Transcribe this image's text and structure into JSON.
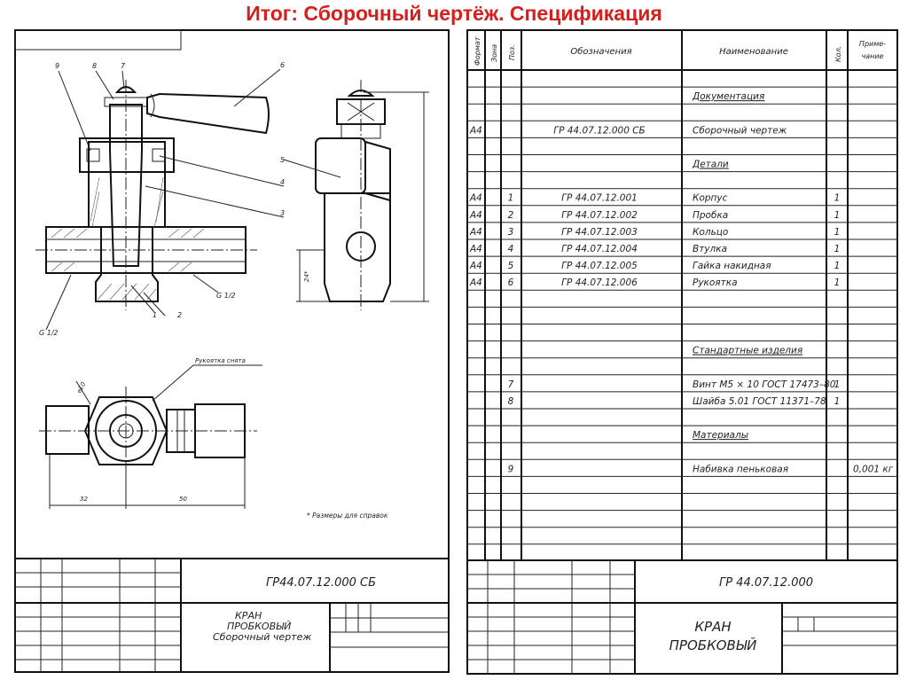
{
  "title": "Итог: Сборочный чертёж. Спецификация",
  "drawing": {
    "callouts": [
      "9",
      "8",
      "7",
      "6",
      "5",
      "4",
      "3",
      "1",
      "2"
    ],
    "thread_left": "G 1/2",
    "thread_right": "G 1/2",
    "dim_height": "24*",
    "handle_note": "Рукоятка снята",
    "dim_diameter": "⌀10",
    "dim_32": "32",
    "dim_50": "50",
    "footnote": "* Размеры для справок",
    "stamp_code": "ГР44.07.12.000 СБ",
    "stamp_name_1": "КРАН",
    "stamp_name_2": "ПРОБКОВЫЙ",
    "stamp_name_3": "Сборочный чертеж"
  },
  "spec": {
    "headers": {
      "format": "Формат",
      "zone": "Зона",
      "pos": "Поз.",
      "designation": "Обозначения",
      "name": "Наименование",
      "qty": "Кол.",
      "note_1": "Приме-",
      "note_2": "чание"
    },
    "rows": [
      {
        "format": "",
        "pos": "",
        "designation": "",
        "name": "Документация",
        "qty": "",
        "note": "",
        "section": true
      },
      {
        "format": "А4",
        "pos": "",
        "designation": "ГР 44.07.12.000 СБ",
        "name": "Сборочный чертеж",
        "qty": "",
        "note": "",
        "section": false
      },
      {
        "format": "",
        "pos": "",
        "designation": "",
        "name": "Детали",
        "qty": "",
        "note": "",
        "section": true
      },
      {
        "format": "А4",
        "pos": "1",
        "designation": "ГР 44.07.12.001",
        "name": "Корпус",
        "qty": "1",
        "note": "",
        "section": false
      },
      {
        "format": "А4",
        "pos": "2",
        "designation": "ГР 44.07.12.002",
        "name": "Пробка",
        "qty": "1",
        "note": "",
        "section": false
      },
      {
        "format": "А4",
        "pos": "3",
        "designation": "ГР 44.07.12.003",
        "name": "Кольцо",
        "qty": "1",
        "note": "",
        "section": false
      },
      {
        "format": "А4",
        "pos": "4",
        "designation": "ГР 44.07.12.004",
        "name": "Втулка",
        "qty": "1",
        "note": "",
        "section": false
      },
      {
        "format": "А4",
        "pos": "5",
        "designation": "ГР 44.07.12.005",
        "name": "Гайка накидная",
        "qty": "1",
        "note": "",
        "section": false
      },
      {
        "format": "А4",
        "pos": "6",
        "designation": "ГР 44.07.12.006",
        "name": "Рукоятка",
        "qty": "1",
        "note": "",
        "section": false
      },
      {
        "format": "",
        "pos": "",
        "designation": "",
        "name": "Стандартные изделия",
        "qty": "",
        "note": "",
        "section": true
      },
      {
        "format": "",
        "pos": "7",
        "designation": "",
        "name": "Винт М5 × 10 ГОСТ 17473–80",
        "qty": "1",
        "note": "",
        "section": false
      },
      {
        "format": "",
        "pos": "8",
        "designation": "",
        "name": "Шайба 5.01 ГОСТ 11371–78",
        "qty": "1",
        "note": "",
        "section": false
      },
      {
        "format": "",
        "pos": "",
        "designation": "",
        "name": "Материалы",
        "qty": "",
        "note": "",
        "section": true
      },
      {
        "format": "",
        "pos": "9",
        "designation": "",
        "name": "Набивка пеньковая",
        "qty": "",
        "note": "0,001 кг",
        "section": false
      }
    ],
    "stamp_code": "ГР 44.07.12.000",
    "stamp_name_1": "КРАН",
    "stamp_name_2": "ПРОБКОВЫЙ"
  }
}
